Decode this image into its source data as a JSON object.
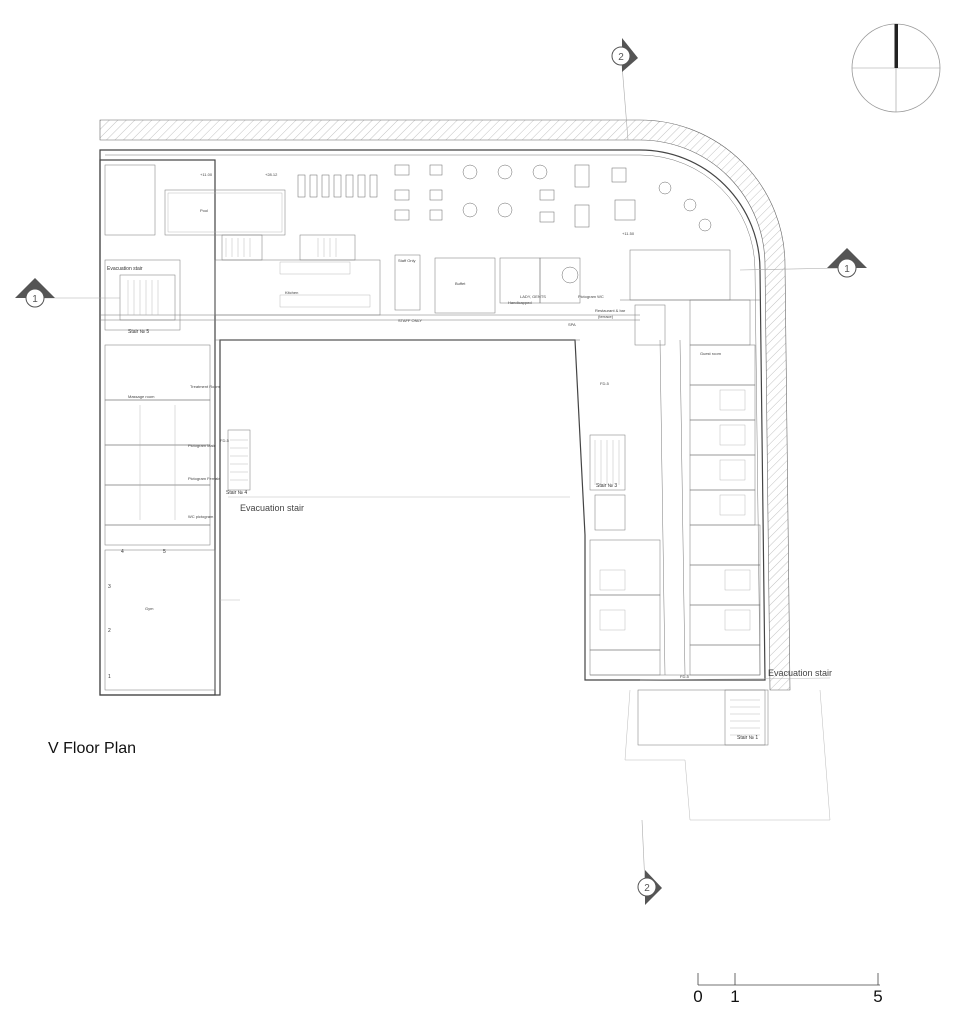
{
  "title": "V Floor Plan",
  "scale_bar": {
    "labels": [
      "0",
      "1",
      "5"
    ]
  },
  "section_markers": {
    "left": "1",
    "right": "1",
    "top": "2",
    "bottom": "2"
  },
  "rooms": {
    "evacuation_stair_nw": "Evacuation stair",
    "stair_5": "Stair № 5",
    "stair_4": "Stair № 4",
    "stair_3": "Stair № 3",
    "stair_1": "Stair № 1",
    "evacuation_stair_mid": "Evacuation stair",
    "evacuation_stair_east": "Evacuation stair",
    "pool": "Pool",
    "kitchen": "Kitchen",
    "buffet": "Buffet",
    "staff_only": "Staff Only",
    "staff_only_corridor": "STAFF ONLY",
    "lady_gents": "LADY, GENTS",
    "handicapped": "Handicapped",
    "pictogram_wc": "Pictogram WC",
    "restaurant_bar": "Restaurant & bar",
    "restaurant_bar_sub": "(terrace)",
    "spa": "SPA",
    "gym": "Gym",
    "massage_room": "Massage room",
    "treatment_room": "Treatment Room",
    "pictogram_male": "Pictogram Male",
    "pictogram_female": "Pictogram Female",
    "wc_pictogram": "WC pictogram",
    "guest_room": "Guest room",
    "fd_5": "FD-5",
    "fd_5b": "FD-5",
    "fd_5c": "FD-5",
    "elev_1": "+11.00",
    "elev_2": "+28.12",
    "elev_3": "+11.50",
    "num_4": "4",
    "num_5": "5",
    "num_3": "3",
    "num_2": "2",
    "num_1": "1"
  }
}
